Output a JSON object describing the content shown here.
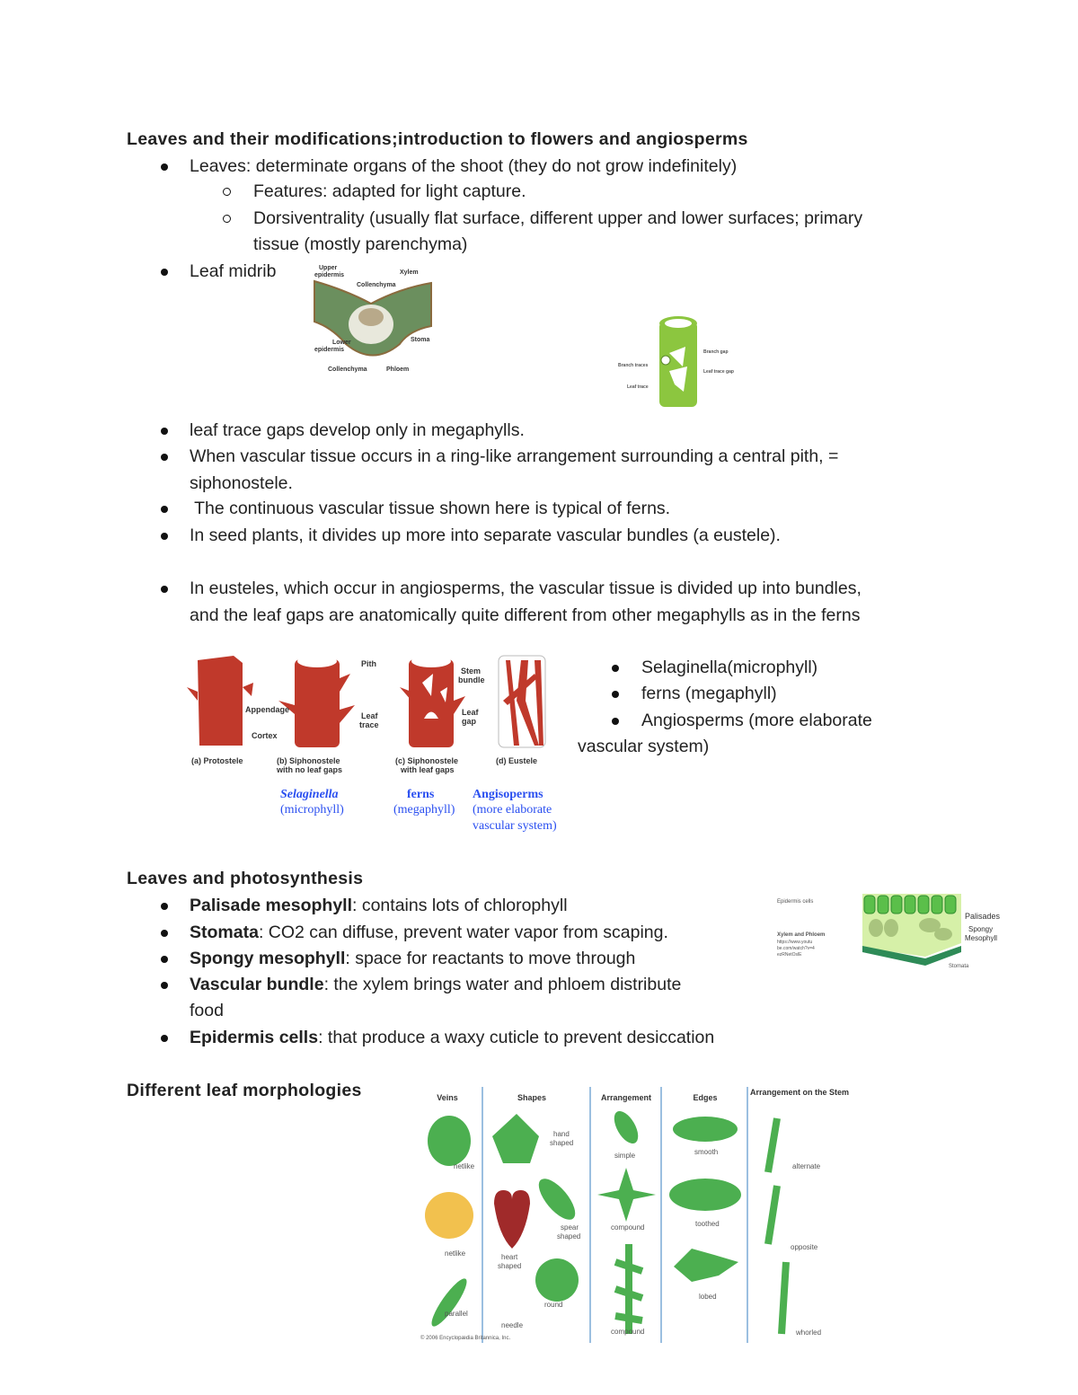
{
  "section1": {
    "title": "Leaves and their modifications;introduction to flowers and angiosperms",
    "b1": "Leaves: determinate organs of the shoot (they do not grow indefinitely)",
    "b1_sub1": "Features: adapted for light capture.",
    "b1_sub2_l1": "Dorsiventrality (usually flat surface, different upper and lower surfaces; primary",
    "b1_sub2_l2": "tissue (mostly parenchyma)",
    "b2": "Leaf midrib",
    "midrib_fig": {
      "upper_epidermis": [
        "Upper",
        "epidermis"
      ],
      "xylem": "Xylem",
      "collenchyma_top": "Collenchyma",
      "lower_epidermis": [
        "Lower",
        "epidermis"
      ],
      "stoma": "Stoma",
      "collenchyma_bottom": "Collenchyma",
      "phloem": "Phloem"
    },
    "stem_fig": {
      "branch_gap": "Branch gap",
      "branch_traces": "Branch traces",
      "leaf_trace_gap": "Leaf trace gap",
      "leaf_trace": "Leaf trace"
    },
    "b3": "leaf trace gaps develop only in megaphylls.",
    "b4_l1": "When vascular tissue occurs in a ring-like arrangement surrounding a central pith, =",
    "b4_l2": "siphonostele.",
    "b5": " The continuous vascular tissue shown here is typical of ferns.",
    "b6": "In seed plants, it divides up more into separate vascular bundles (a eustele).",
    "b7_l1": "In eusteles, which occur in angiosperms, the vascular tissue is divided up into bundles,",
    "b7_l2": "and the leaf gaps are anatomically quite different from other megaphylls as in the ferns",
    "stele_fig": {
      "pith": "Pith",
      "stem_bundle": [
        "Stem",
        "bundle"
      ],
      "appendage": "Appendage",
      "leaf_trace": [
        "Leaf",
        "trace"
      ],
      "leaf_gap": [
        "Leaf",
        "gap"
      ],
      "cortex": "Cortex",
      "captions": [
        [
          "(a) Protostele"
        ],
        [
          "(b) Siphonostele",
          "with no leaf gaps"
        ],
        [
          "(c) Siphonostele",
          "with leaf gaps"
        ],
        [
          "(d) Eustele"
        ]
      ],
      "blue": [
        [
          "Selaginella",
          "(microphyll)"
        ],
        [
          "ferns",
          "(megaphyll)"
        ],
        [
          "Angisoperms",
          "(more elaborate",
          "vascular system)"
        ]
      ]
    },
    "right_bullets": [
      "Selaginella(microphyll)",
      "ferns (megaphyll)",
      "Angiosperms (more elaborate"
    ],
    "right_cont": "vascular system)"
  },
  "section2": {
    "title": "Leaves and photosynthesis",
    "items": [
      {
        "bold": "Palisade mesophyll",
        "text": ": contains lots of chlorophyll"
      },
      {
        "bold": "Stomata",
        "text": ": CO2 can diffuse, prevent water vapor from scaping."
      },
      {
        "bold": "Spongy mesophyll",
        "text": ": space for reactants to move through"
      },
      {
        "bold": "Vascular bundle",
        "text": ": the xylem brings water and phloem distribute"
      },
      {
        "bold": "Epidermis cells",
        "text": ": that produce a waxy cuticle to prevent desiccation"
      }
    ],
    "item4_cont": "food",
    "fig": {
      "epidermis": "Epidermis cells",
      "xylem": "Xylem",
      "and": " and ",
      "phloem": "Phloem",
      "url": [
        "https://www.youtu",
        "be.com/watch?v=4",
        "ezRNetOslE"
      ],
      "palisades": "Palisades",
      "spongy": [
        "Spongy",
        "Mesophyll"
      ],
      "stomata": "Stomata"
    }
  },
  "section3": {
    "title": "Different leaf morphologies",
    "fig": {
      "headers": [
        "Veins",
        "Shapes",
        "Arrangement",
        "Edges",
        "Arrangement on the Stem"
      ],
      "labels": {
        "netlike1": "netlike",
        "netlike2": "netlike",
        "parallel": "parallel",
        "hand": [
          "hand",
          "shaped"
        ],
        "spear": [
          "spear",
          "shaped"
        ],
        "heart": [
          "heart",
          "shaped"
        ],
        "round": "round",
        "needle": "needle",
        "simple": "simple",
        "compound1": "compound",
        "compound2": "compound",
        "smooth": "smooth",
        "toothed": "toothed",
        "lobed": "lobed",
        "alternate": "alternate",
        "opposite": "opposite",
        "whorled": "whorled"
      },
      "copyright": "© 2006 Encyclopædia Britannica, Inc."
    }
  },
  "colors": {
    "stele_red": "#c0392b",
    "stem_green": "#8cc63f",
    "caption_blue": "#2a4ff0",
    "leaf_green": "#4caf50"
  }
}
